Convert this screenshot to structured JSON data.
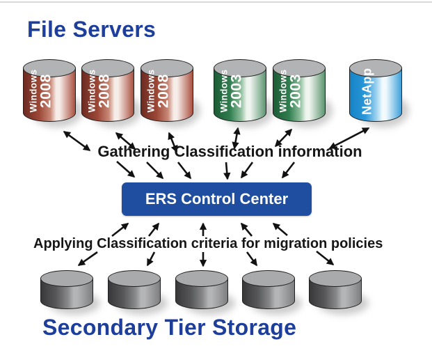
{
  "titles": {
    "file_servers": "File Servers",
    "secondary_tier": "Secondary Tier Storage"
  },
  "labels": {
    "gathering": "Gathering Classification information",
    "applying": "Applying Classification criteria for migration policies",
    "control_center": "ERS Control Center"
  },
  "colors": {
    "title_blue": "#1e3e9c",
    "box_blue": "#1f4ea1",
    "arrow_black": "#111111",
    "label_black": "#161616"
  },
  "file_servers": [
    {
      "type": "windows2008",
      "lines": [
        "Windows",
        "2008"
      ]
    },
    {
      "type": "windows2008",
      "lines": [
        "Windows",
        "2008"
      ]
    },
    {
      "type": "windows2008",
      "lines": [
        "Windows",
        "2008"
      ]
    },
    {
      "type": "windows2003",
      "lines": [
        "Windows",
        "2003"
      ]
    },
    {
      "type": "windows2003",
      "lines": [
        "Windows",
        "2003"
      ]
    },
    {
      "type": "netapp",
      "lines": [
        "NetApp"
      ]
    }
  ],
  "secondary_storage": {
    "count": 5,
    "type": "gray"
  },
  "cylinder_styles": {
    "windows2008": {
      "stops": [
        "#6d2b22",
        "#9c4736",
        "#c88876",
        "#f6ece8",
        "#aa5140"
      ],
      "top": "#b2b3b5"
    },
    "windows2003": {
      "stops": [
        "#1d5c36",
        "#2f7c4e",
        "#8fbf9d",
        "#eef4ee",
        "#5d9571"
      ],
      "top": "#b2b3b5"
    },
    "netapp": {
      "stops": [
        "#1583c6",
        "#2a97d8",
        "#9fd3f0",
        "#f2fafe",
        "#3ba0da"
      ],
      "top": "#b2b3b5"
    },
    "gray": {
      "stops": [
        "#38383a",
        "#59595b",
        "#88898b",
        "#b4b5b7",
        "#7e7f81"
      ],
      "top": "#a9aaac"
    }
  }
}
